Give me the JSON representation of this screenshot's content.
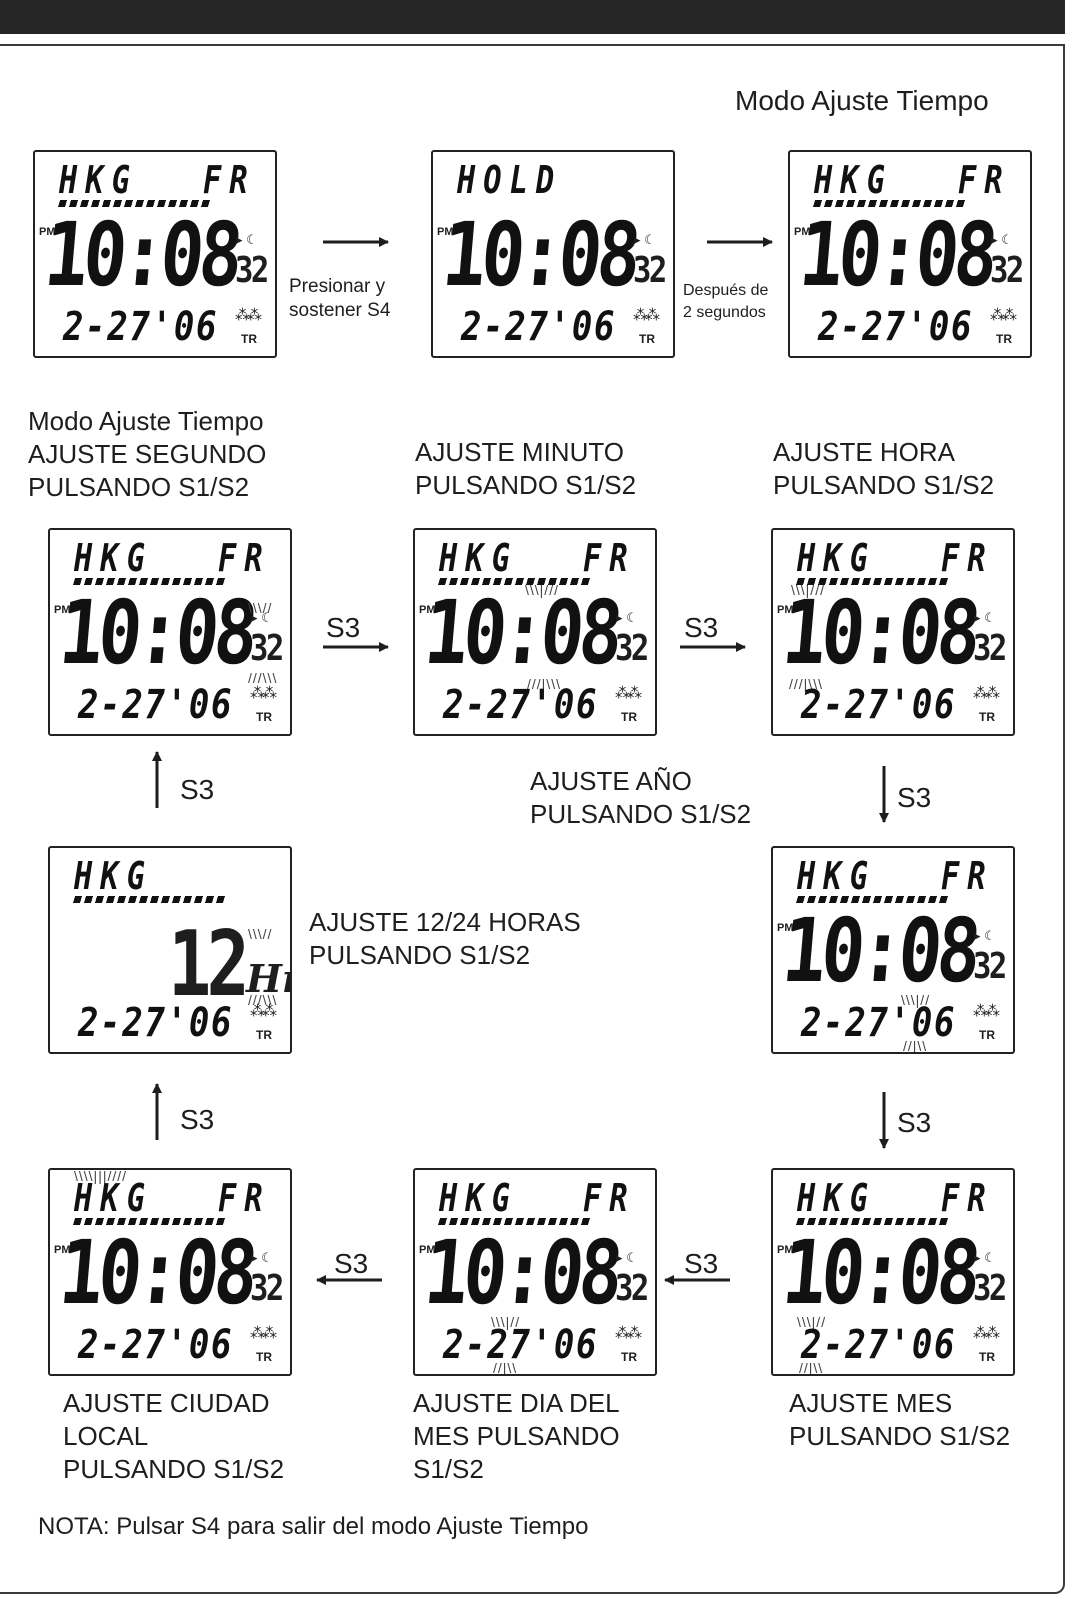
{
  "title": "Modo Ajuste Tiempo",
  "lcd": {
    "city": "HKG",
    "weekday": "FR",
    "hold": "HOLD",
    "pm": "PM",
    "time": "10:08",
    "seconds": "32",
    "date": "2-27'06",
    "tr": "TR",
    "hour_mode": "12",
    "hour_unit": "Hr"
  },
  "steps": {
    "press_hold": "Presionar y\nsostener S4",
    "after_2s": "Después de\n2 segundos",
    "second": "Modo Ajuste Tiempo\nAJUSTE  SEGUNDO\nPULSANDO S1/S2",
    "minute": "AJUSTE MINUTO\nPULSANDO S1/S2",
    "hour": "AJUSTE HORA\nPULSANDO S1/S2",
    "year": "AJUSTE AÑO\nPULSANDO S1/S2",
    "hour_mode": "AJUSTE 12/24 HORAS\nPULSANDO S1/S2",
    "month": "AJUSTE MES\nPULSANDO S1/S2",
    "day": "AJUSTE DIA DEL\nMES PULSANDO\nS1/S2",
    "city": "AJUSTE CIUDAD\nLOCAL\nPULSANDO S1/S2"
  },
  "key_label": "S3",
  "note": "NOTA: Pulsar S4 para salir del modo Ajuste Tiempo"
}
